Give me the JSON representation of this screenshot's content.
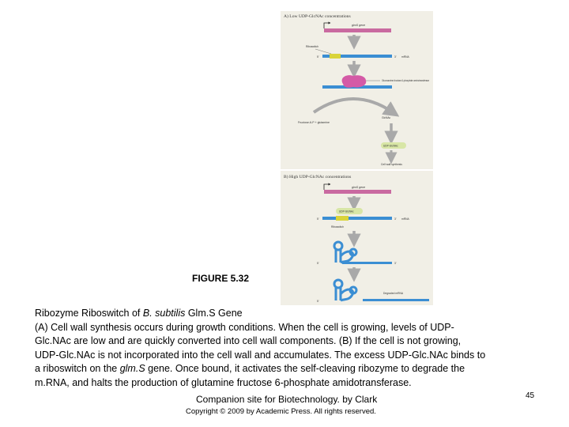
{
  "figure": {
    "panel_a": {
      "title": "A) Low UDP-GlcNAc concentrations",
      "gene_label": "glmS gene",
      "riboswitch_label": "Riboswitch",
      "five_prime": "5'",
      "three_prime": "3'",
      "mrna_label": "mRNA",
      "enzyme_label": "Glucosamine-fructose-6-phosphate aminotransferase",
      "substrate_left": "Fructose-6-P + glutamine",
      "substrate_right": "GlcNAc",
      "product_label": "UDP-GlcNAc",
      "cell_wall_label": "Cell wall synthesis"
    },
    "panel_b": {
      "title": "B) High UDP-GlcNAc concentrations",
      "gene_label": "glmS gene",
      "ligand_label": "UDP-GlcNAc",
      "riboswitch_label": "Riboswitch",
      "five_prime": "5'",
      "three_prime": "3'",
      "mrna_label": "mRNA",
      "degraded_label": "Degraded mRNA"
    }
  },
  "figure_title": "FIGURE 5.32",
  "caption": {
    "line1_prefix": "Ribozyme Riboswitch of ",
    "line1_organism": "B. subtilis",
    "line1_gene": " Glm.S",
    "line1_suffix": " Gene",
    "line2": " (A) Cell wall synthesis occurs during growth conditions. When the cell is growing, levels of UDP-",
    "line3": "Glc.NAc are low and are quickly converted into cell wall components. (B) If the cell is not growing,",
    "line4": "UDP-Glc.NAc is not incorporated into the cell wall and accumulates. The excess UDP-Glc.NAc binds to",
    "line5_prefix": "a riboswitch on the ",
    "line5_gene": "glm.S",
    "line5_suffix": " gene. Once bound, it activates the self-cleaving ribozyme to degrade the",
    "line6": "m.RNA, and halts the production of glutamine fructose 6-phosphate amidotransferase."
  },
  "footer": {
    "companion": "Companion site for Biotechnology. by Clark",
    "copyright": "Copyright © 2009 by Academic Press. All rights reserved.",
    "slide_number": "45"
  },
  "colors": {
    "panel_bg": "#f1efe6",
    "dna_blue": "#3b8ed3",
    "gene_bar": "#c96aa0",
    "riboswitch_yellow": "#d9d43a",
    "enzyme_pink": "#d45aa6",
    "arrow_gray": "#a9a9a9",
    "ligand_green": "#d8e6a6"
  }
}
